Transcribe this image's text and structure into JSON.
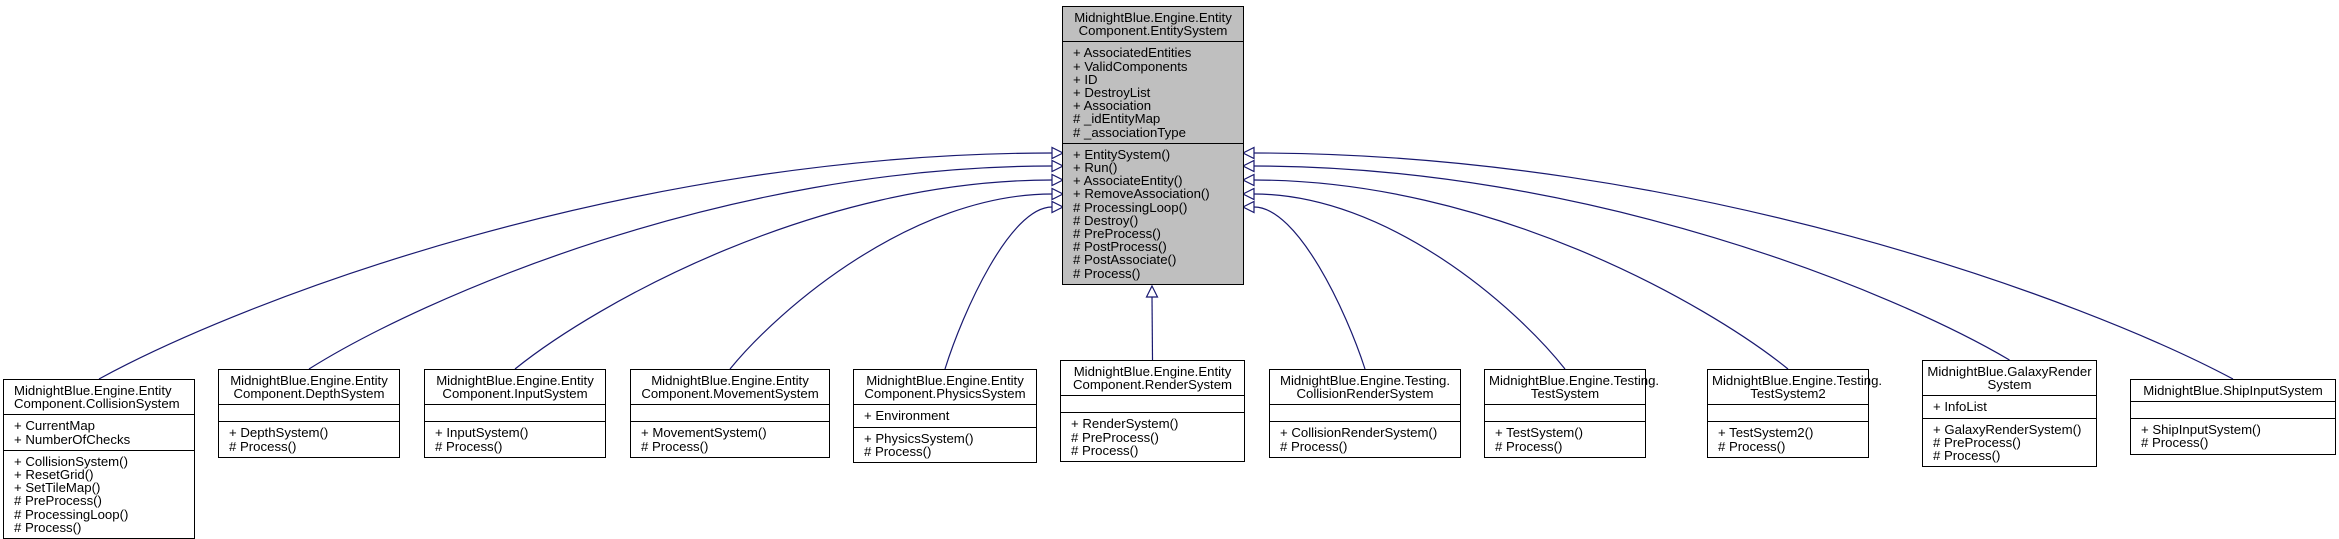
{
  "colors": {
    "edge": "#191970",
    "border": "#000000",
    "base_fill": "#bfbfbf"
  },
  "base": {
    "title": [
      "MidnightBlue.Engine.Entity",
      "Component.EntitySystem"
    ],
    "attributes": [
      "+ AssociatedEntities",
      "+ ValidComponents",
      "+ ID",
      "+ DestroyList",
      "+ Association",
      "# _idEntityMap",
      "# _associationType"
    ],
    "methods": [
      "+ EntitySystem()",
      "+ Run()",
      "+ AssociateEntity()",
      "+ RemoveAssociation()",
      "# ProcessingLoop()",
      "# Destroy()",
      "# PreProcess()",
      "# PostProcess()",
      "# PostAssociate()",
      "# Process()"
    ]
  },
  "children": [
    {
      "title": [
        "MidnightBlue.Engine.Entity",
        "Component.CollisionSystem"
      ],
      "attributes": [
        "+ CurrentMap",
        "+ NumberOfChecks"
      ],
      "methods": [
        "+ CollisionSystem()",
        "+ ResetGrid()",
        "+ SetTileMap()",
        "# PreProcess()",
        "# ProcessingLoop()",
        "# Process()"
      ]
    },
    {
      "title": [
        "MidnightBlue.Engine.Entity",
        "Component.DepthSystem"
      ],
      "attributes": [],
      "methods": [
        "+ DepthSystem()",
        "# Process()"
      ]
    },
    {
      "title": [
        "MidnightBlue.Engine.Entity",
        "Component.InputSystem"
      ],
      "attributes": [],
      "methods": [
        "+ InputSystem()",
        "# Process()"
      ]
    },
    {
      "title": [
        "MidnightBlue.Engine.Entity",
        "Component.MovementSystem"
      ],
      "attributes": [],
      "methods": [
        "+ MovementSystem()",
        "# Process()"
      ]
    },
    {
      "title": [
        "MidnightBlue.Engine.Entity",
        "Component.PhysicsSystem"
      ],
      "attributes": [
        "+ Environment"
      ],
      "methods": [
        "+ PhysicsSystem()",
        "# Process()"
      ]
    },
    {
      "title": [
        "MidnightBlue.Engine.Entity",
        "Component.RenderSystem"
      ],
      "attributes": [],
      "methods": [
        "+ RenderSystem()",
        "# PreProcess()",
        "# Process()"
      ]
    },
    {
      "title": [
        "MidnightBlue.Engine.Testing.",
        "CollisionRenderSystem"
      ],
      "attributes": [],
      "methods": [
        "+ CollisionRenderSystem()",
        "# Process()"
      ]
    },
    {
      "title": [
        "MidnightBlue.Engine.Testing.",
        "TestSystem"
      ],
      "attributes": [],
      "methods": [
        "+ TestSystem()",
        "# Process()"
      ]
    },
    {
      "title": [
        "MidnightBlue.Engine.Testing.",
        "TestSystem2"
      ],
      "attributes": [],
      "methods": [
        "+ TestSystem2()",
        "# Process()"
      ]
    },
    {
      "title": [
        "MidnightBlue.GalaxyRender",
        "System"
      ],
      "attributes": [
        "+ InfoList"
      ],
      "methods": [
        "+ GalaxyRenderSystem()",
        "# PreProcess()",
        "# Process()"
      ]
    },
    {
      "title": [
        "MidnightBlue.ShipInputSystem"
      ],
      "attributes": [],
      "methods": [
        "+ ShipInputSystem()",
        "# Process()"
      ]
    }
  ]
}
